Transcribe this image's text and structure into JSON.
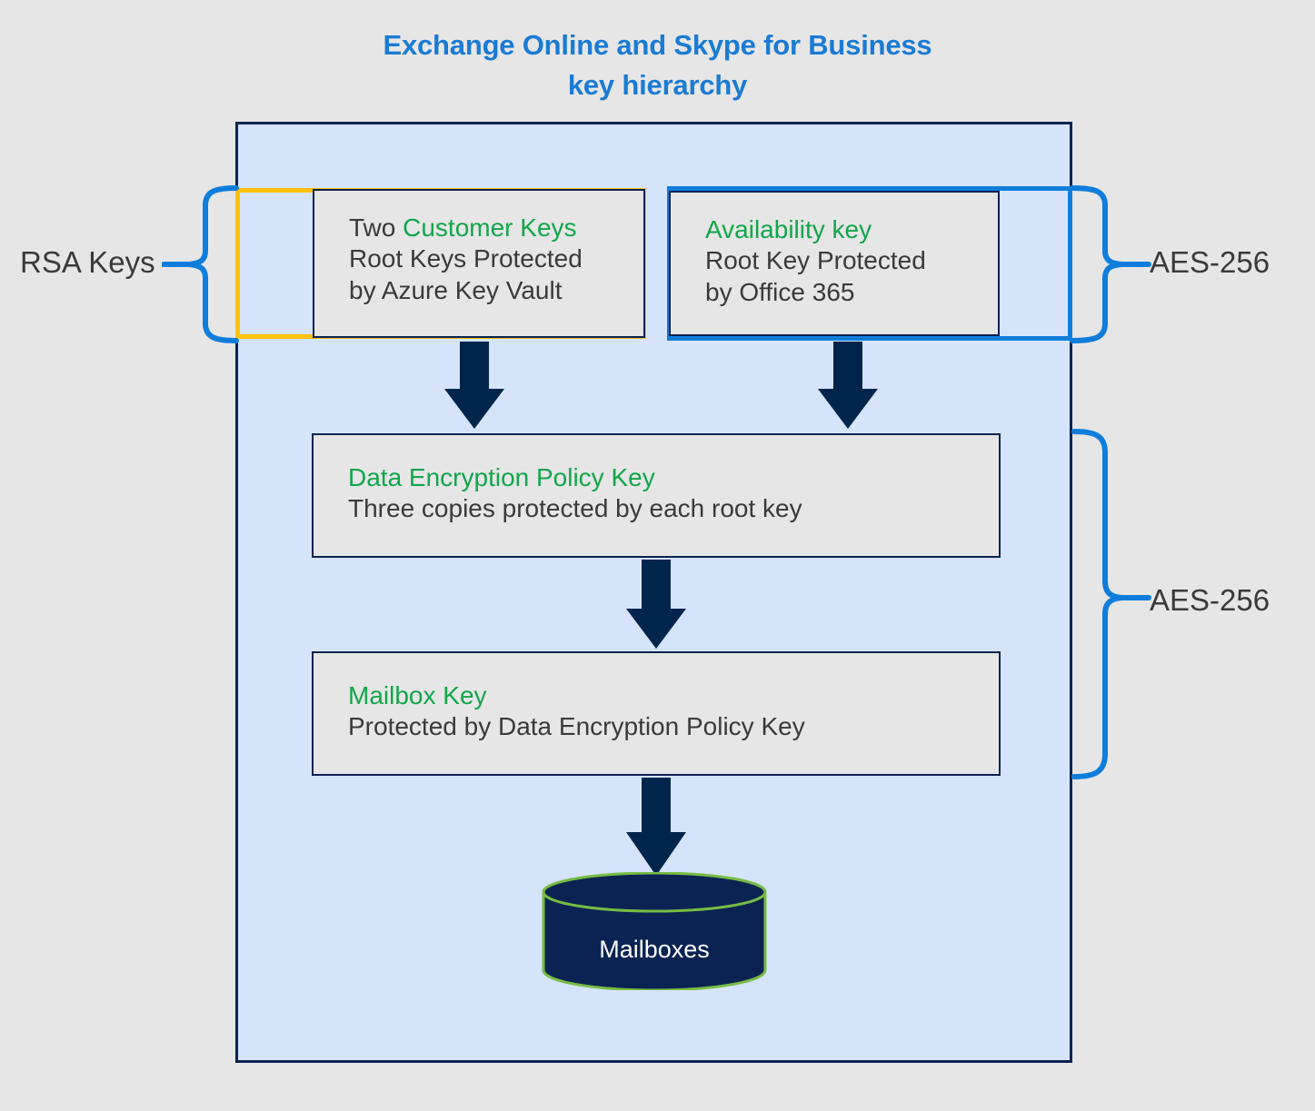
{
  "title": {
    "line1": "Exchange Online and Skype for Business",
    "line2": "key hierarchy",
    "color": "#1a7bd4"
  },
  "colors": {
    "background": "#e6e6e6",
    "panel_fill": "#d5e4fb",
    "panel_border": "#0a2352",
    "box_fill": "#e6e6e6",
    "box_border": "#0a2352",
    "customer_key_border": "#ffc20e",
    "availability_key_border": "#0f7ddb",
    "brace_blue": "#0f7ddb",
    "accent_green": "#12a64b",
    "arrow_navy": "#00254d",
    "cylinder_fill": "#0a2352",
    "cylinder_outline": "#76bc43",
    "text_dark": "#3a3a3a",
    "text_light": "#ffffff"
  },
  "boxes": {
    "customer_key": {
      "line1_prefix": "Two ",
      "line1_highlight": "Customer Keys",
      "line2": "Root Keys Protected",
      "line3": "by Azure Key Vault"
    },
    "availability_key": {
      "line1": "Availability key",
      "line2": "Root Key Protected",
      "line3": "by Office 365"
    },
    "data_encryption_policy_key": {
      "line1": "Data Encryption Policy Key",
      "line2": "Three copies protected by each root key"
    },
    "mailbox_key": {
      "line1": "Mailbox Key",
      "line2": "Protected by Data Encryption Policy Key"
    }
  },
  "braces": {
    "rsa_keys": "RSA Keys",
    "aes_top": "AES-256",
    "aes_middle": "AES-256"
  },
  "datastore": {
    "label": "Mailboxes"
  },
  "icons": {
    "arrow_down": "down-arrow-icon",
    "brace_left": "left-brace-icon",
    "brace_right": "right-brace-icon",
    "cylinder": "database-cylinder-icon"
  }
}
